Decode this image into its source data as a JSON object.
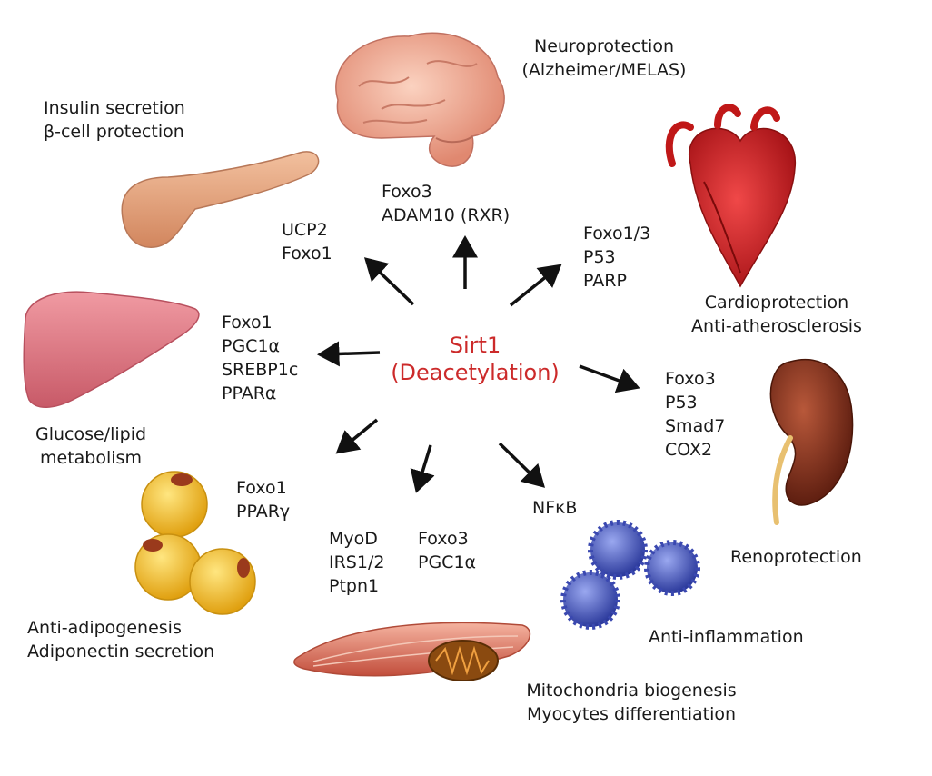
{
  "center": {
    "lines": [
      "Sirt1",
      "(Deacetylation)"
    ],
    "color": "#cc2a2a"
  },
  "outcomes": {
    "neuro": [
      "Neuroprotection",
      "(Alzheimer/MELAS)"
    ],
    "insulin": [
      "Insulin secretion",
      "β-cell protection"
    ],
    "cardio": [
      "Cardioprotection",
      "Anti-atherosclerosis"
    ],
    "glucose": [
      "Glucose/lipid",
      "metabolism"
    ],
    "reno": [
      "Renoprotection"
    ],
    "adipo": [
      "Anti-adipogenesis",
      "Adiponectin secretion"
    ],
    "inflam": [
      "Anti-inflammation"
    ],
    "mito": [
      "Mitochondria biogenesis",
      "Myocytes differentiation"
    ]
  },
  "targets": {
    "brain": [
      "Foxo3",
      "ADAM10 (RXR)"
    ],
    "pancreas": [
      "UCP2",
      "Foxo1"
    ],
    "heart": [
      "Foxo1/3",
      "P53",
      "PARP"
    ],
    "liver": [
      "Foxo1",
      "PGC1α",
      "SREBP1c",
      "PPARα"
    ],
    "kidney": [
      "Foxo3",
      "P53",
      "Smad7",
      "COX2"
    ],
    "fat": [
      "Foxo1",
      "PPARγ"
    ],
    "muscle": [
      "MyoD",
      "IRS1/2",
      "Ptpn1"
    ],
    "mito": [
      "Foxo3",
      "PGC1α"
    ],
    "immune": [
      "NFκB"
    ]
  },
  "icons": [
    "brain-icon",
    "pancreas-icon",
    "heart-icon",
    "liver-icon",
    "kidney-icon",
    "fat-cell-icon",
    "immune-cell-icon",
    "muscle-fiber-icon",
    "mitochondrion-icon"
  ],
  "colors": {
    "brain": "#f0a890",
    "pancreas": "#e7ab86",
    "heart": "#d8282c",
    "liver": "#de7a86",
    "kidney": "#8c3a22",
    "fat": "#f2c038",
    "immune": "#5060c8",
    "muscle": "#d86a55"
  }
}
